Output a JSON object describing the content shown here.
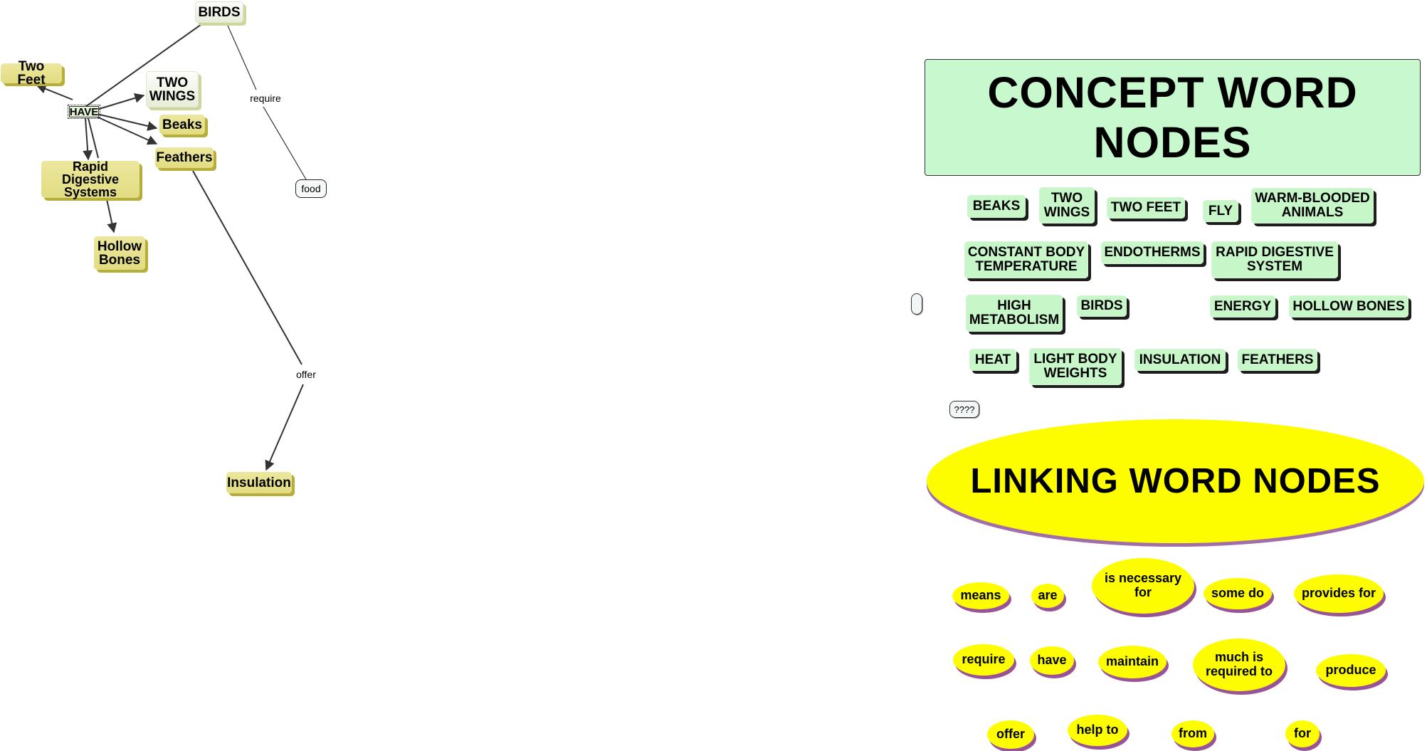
{
  "concept_map": {
    "nodes": {
      "birds": "BIRDS",
      "have": "HAVE",
      "two_feet": "Two Feet",
      "two_wings": "TWO\nWINGS",
      "beaks": "Beaks",
      "feathers": "Feathers",
      "rapid_digestive": "Rapid Digestive\nSystems",
      "hollow_bones": "Hollow\nBones",
      "insulation": "Insulation",
      "food": "food"
    },
    "link_labels": {
      "require": "require",
      "offer": "offer"
    }
  },
  "legend": {
    "concept_header": "CONCEPT WORD NODES",
    "concept_words": [
      "BEAKS",
      "TWO\nWINGS",
      "TWO FEET",
      "FLY",
      "WARM-BLOODED\nANIMALS",
      "CONSTANT BODY\nTEMPERATURE",
      "ENDOTHERMS",
      "RAPID DIGESTIVE\nSYSTEM",
      "HIGH\nMETABOLISM",
      "BIRDS",
      "ENERGY",
      "HOLLOW BONES",
      "HEAT",
      "LIGHT BODY\nWEIGHTS",
      "INSULATION",
      "FEATHERS"
    ],
    "question_node": "????",
    "linking_header": "LINKING WORD NODES",
    "linking_words": [
      "means",
      "are",
      "is necessary\nfor",
      "some do",
      "provides for",
      "require",
      "have",
      "maintain",
      "much is\nrequired to",
      "produce",
      "offer",
      "help to",
      "from",
      "for"
    ]
  },
  "colors": {
    "map_node": "#e2dc82",
    "concept_node": "#c7f7c9",
    "linking_node": "#fdfd00",
    "linking_shadow": "#9a5396"
  }
}
